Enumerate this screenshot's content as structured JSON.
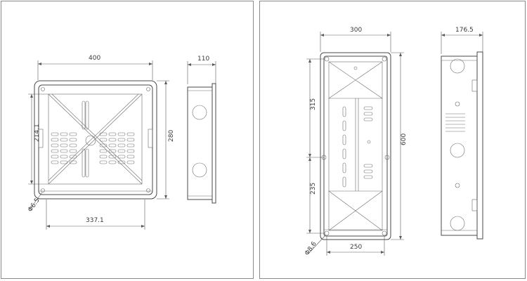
{
  "left_drawing": {
    "width_top": "400",
    "depth": "110",
    "height_inner": "214.1",
    "height_outer": "280",
    "hole_diameter": "Φ6.5",
    "width_bottom": "337.1"
  },
  "right_drawing": {
    "width_top": "300",
    "depth": "176.5",
    "height_upper": "315",
    "height_total": "600",
    "height_lower": "235",
    "hole_diameter": "Φ8.6",
    "width_bottom": "250"
  },
  "colors": {
    "line": "#4a4a4a",
    "border": "#8a8a8a",
    "background": "#ffffff"
  }
}
